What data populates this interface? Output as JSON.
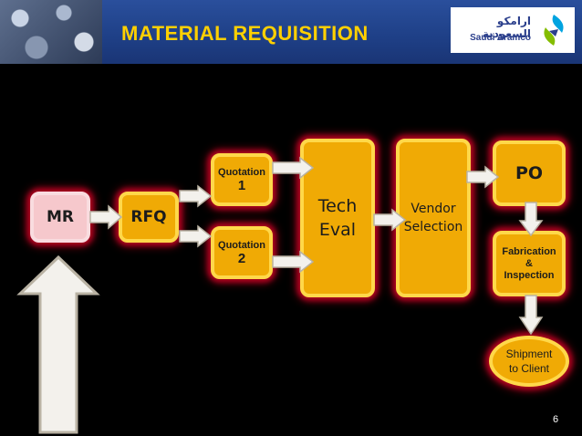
{
  "header": {
    "title": "MATERIAL REQUISITION",
    "logo_arabic": "ارامكو السعودية",
    "logo_english": "Saudi Aramco"
  },
  "diagram": {
    "nodes": {
      "mr": "MR",
      "rfq": "RFQ",
      "quotation1_label": "Quotation",
      "quotation1_num": "1",
      "quotation2_label": "Quotation",
      "quotation2_num": "2",
      "tech_eval_line1": "Tech",
      "tech_eval_line2": "Eval",
      "vendor_line1": "Vendor",
      "vendor_line2": "Selection",
      "po": "PO",
      "fabrication_line1": "Fabrication",
      "fabrication_line2": "&",
      "fabrication_line3": "Inspection",
      "shipment_line1": "Shipment",
      "shipment_line2": "to Client"
    }
  },
  "slide_number": "6",
  "colors": {
    "box_fill": "#f0aa05",
    "box_glow": "#b0001f",
    "mr_fill": "#f6c8cc",
    "title": "#ffd000",
    "header_bg": "#1e3f86"
  }
}
